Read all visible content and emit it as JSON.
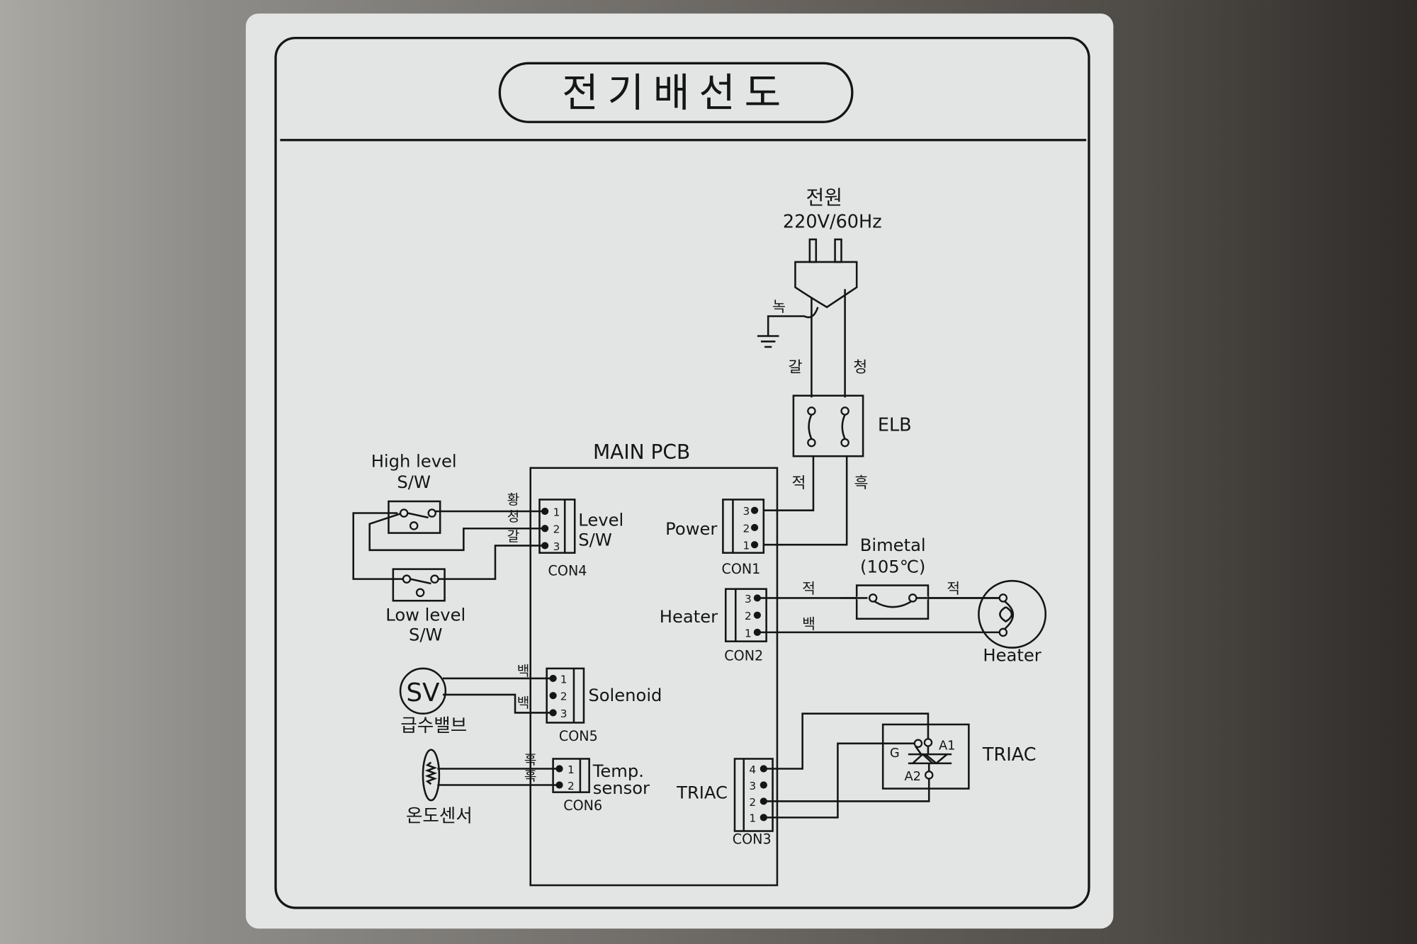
{
  "title": "전기배선도",
  "power": {
    "label": "전원",
    "spec": "220V/60Hz",
    "ground_wire": "녹",
    "wire_left": "갈",
    "wire_right": "청"
  },
  "elb": {
    "label": "ELB",
    "wire_left": "적",
    "wire_right": "흑"
  },
  "main_pcb": {
    "label": "MAIN PCB"
  },
  "con1": {
    "name": "CON1",
    "label": "Power",
    "pins": [
      "3",
      "2",
      "1"
    ]
  },
  "con2": {
    "name": "CON2",
    "label": "Heater",
    "pins": [
      "3",
      "2",
      "1"
    ]
  },
  "con3": {
    "name": "CON3",
    "label": "TRIAC",
    "pins": [
      "4",
      "3",
      "2",
      "1"
    ]
  },
  "con4": {
    "name": "CON4",
    "label_line1": "Level",
    "label_line2": "S/W",
    "pins": [
      "1",
      "2",
      "3"
    ],
    "wires": [
      "황",
      "청",
      "갈"
    ]
  },
  "con5": {
    "name": "CON5",
    "label": "Solenoid",
    "pins": [
      "1",
      "2",
      "3"
    ],
    "wires": [
      "백",
      "백"
    ]
  },
  "con6": {
    "name": "CON6",
    "label_line1": "Temp.",
    "label_line2": "sensor",
    "pins": [
      "1",
      "2"
    ],
    "wires": [
      "흑",
      "흑"
    ]
  },
  "high_level_sw": {
    "line1": "High level",
    "line2": "S/W"
  },
  "low_level_sw": {
    "line1": "Low level",
    "line2": "S/W"
  },
  "bimetal": {
    "label": "Bimetal",
    "temp": "(105℃)",
    "wire_in": "적",
    "wire_out": "적",
    "return_wire": "백"
  },
  "heater": {
    "label": "Heater"
  },
  "solenoid_valve": {
    "symbol": "SV",
    "label": "급수밸브"
  },
  "temp_sensor": {
    "label": "온도센서"
  },
  "triac": {
    "label": "TRIAC",
    "gate": "G",
    "a1": "A1",
    "a2": "A2"
  }
}
